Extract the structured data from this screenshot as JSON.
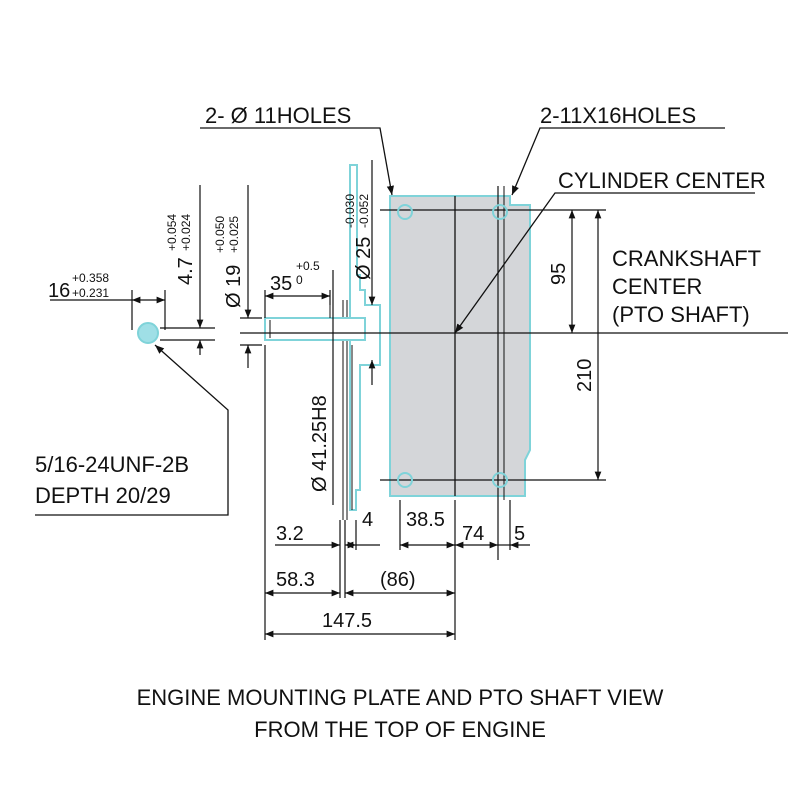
{
  "colors": {
    "line": "#111111",
    "plate_fill": "#d4d6d9",
    "plate_outline": "#7fd3d9",
    "shaft_outline": "#7fd3d9",
    "tap_hole_fill": "#9fdfe6"
  },
  "labels": {
    "holes_round": "2- Ø 11HOLES",
    "holes_slot": "2-11X16HOLES",
    "cylinder_center": "CYLINDER CENTER",
    "crankshaft_line1": "CRANKSHAFT",
    "crankshaft_line2": "CENTER",
    "crankshaft_line3": "(PTO SHAFT)",
    "thread_line1": "5/16-24UNF-2B",
    "thread_line2": "DEPTH 20/29"
  },
  "dimensions": {
    "d16": {
      "value": "16",
      "upper": "+0.358",
      "lower": "+0.231"
    },
    "d4_7": {
      "value": "4.7",
      "upper": "+0.054",
      "lower": "+0.024"
    },
    "d19": {
      "value": "Ø 19",
      "upper": "+0.050",
      "lower": "+0.025"
    },
    "d35": {
      "value": "35",
      "upper": "+0.5",
      "lower": "0"
    },
    "d25": {
      "value": "Ø 25",
      "upper": "-0.030",
      "lower": "-0.052"
    },
    "d41": {
      "value": "Ø 41.25H8"
    },
    "d95": {
      "value": "95"
    },
    "d210": {
      "value": "210"
    },
    "d3_2": {
      "value": "3.2"
    },
    "d4": {
      "value": "4"
    },
    "d38_5": {
      "value": "38.5"
    },
    "d74": {
      "value": "74"
    },
    "d5": {
      "value": "5"
    },
    "d58_3": {
      "value": "58.3"
    },
    "d86": {
      "value": "(86)"
    },
    "d147_5": {
      "value": "147.5"
    }
  },
  "caption": {
    "line1": "ENGINE MOUNTING PLATE AND PTO SHAFT VIEW",
    "line2": "FROM THE TOP OF ENGINE"
  }
}
